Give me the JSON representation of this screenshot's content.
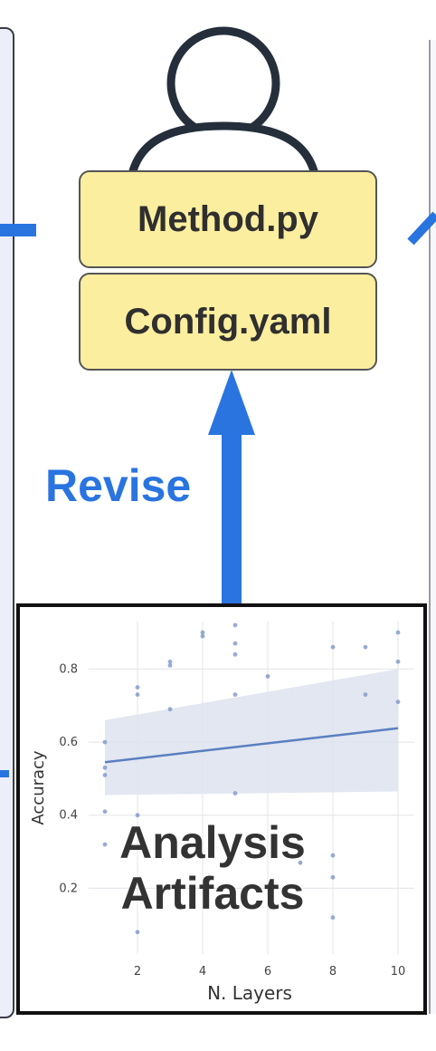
{
  "colors": {
    "accent_blue": "#2a74e0",
    "file_box_fill": "#fcee9f",
    "ci_band": "#dde3ef",
    "regression_line": "#5a7fc0"
  },
  "files": [
    {
      "label": "Method.py",
      "icon": "user-icon"
    },
    {
      "label": "Config.yaml"
    }
  ],
  "revise_label": "Revise",
  "artifact": {
    "title_line1": "Analysis",
    "title_line2": "Artifacts"
  },
  "chart_data": {
    "type": "scatter",
    "xlabel": "N. Layers",
    "ylabel": "Accuracy",
    "xlim": [
      0.5,
      10.5
    ],
    "ylim": [
      0.02,
      0.93
    ],
    "x_ticks": [
      2,
      4,
      6,
      8,
      10
    ],
    "y_ticks": [
      0.2,
      0.4,
      0.6,
      0.8
    ],
    "grid": true,
    "points": [
      {
        "x": 1,
        "y": 0.32
      },
      {
        "x": 1,
        "y": 0.51
      },
      {
        "x": 1,
        "y": 0.53
      },
      {
        "x": 1,
        "y": 0.6
      },
      {
        "x": 1,
        "y": 0.41
      },
      {
        "x": 2,
        "y": 0.75
      },
      {
        "x": 2,
        "y": 0.73
      },
      {
        "x": 2,
        "y": 0.08
      },
      {
        "x": 2,
        "y": 0.4
      },
      {
        "x": 3,
        "y": 0.82
      },
      {
        "x": 3,
        "y": 0.81
      },
      {
        "x": 3,
        "y": 0.69
      },
      {
        "x": 4,
        "y": 0.9
      },
      {
        "x": 4,
        "y": 0.89
      },
      {
        "x": 5,
        "y": 0.92
      },
      {
        "x": 5,
        "y": 0.87
      },
      {
        "x": 5,
        "y": 0.84
      },
      {
        "x": 5,
        "y": 0.73
      },
      {
        "x": 5,
        "y": 0.46
      },
      {
        "x": 6,
        "y": 0.78
      },
      {
        "x": 7,
        "y": 0.27
      },
      {
        "x": 8,
        "y": 0.86
      },
      {
        "x": 8,
        "y": 0.29
      },
      {
        "x": 8,
        "y": 0.23
      },
      {
        "x": 8,
        "y": 0.12
      },
      {
        "x": 9,
        "y": 0.86
      },
      {
        "x": 9,
        "y": 0.73
      },
      {
        "x": 10,
        "y": 0.9
      },
      {
        "x": 10,
        "y": 0.82
      },
      {
        "x": 10,
        "y": 0.71
      }
    ],
    "regression": {
      "x": [
        1,
        10
      ],
      "y": [
        0.545,
        0.638
      ]
    },
    "ci_band": {
      "x": [
        1,
        10
      ],
      "lower": [
        0.455,
        0.465
      ],
      "upper": [
        0.66,
        0.8
      ]
    }
  }
}
